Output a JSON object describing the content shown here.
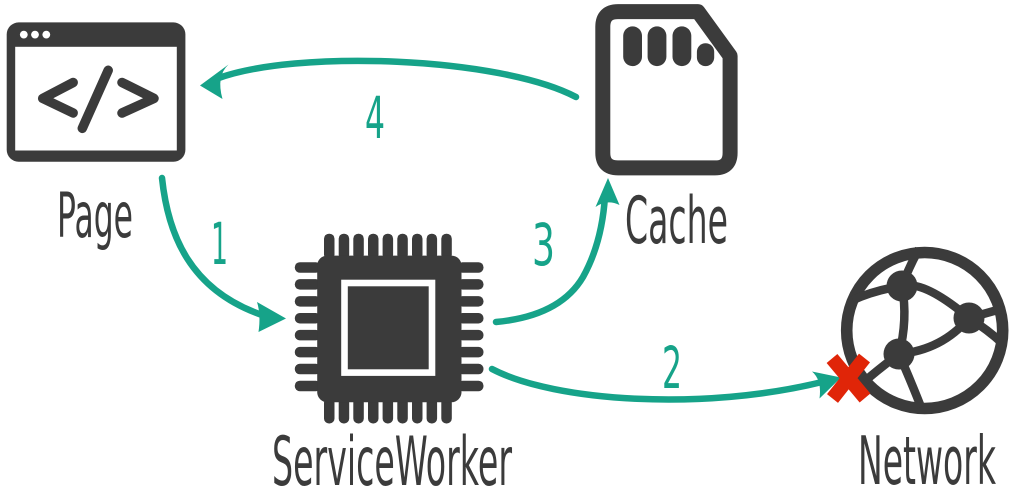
{
  "figure": {
    "type": "diagram",
    "description": "Service worker request flow: page to service worker, failed network request falling back to cache",
    "background": "#ffffff",
    "colors": {
      "icon_dark": "#3b3b3b",
      "arrow_teal": "#16a389",
      "error_red": "#e02508",
      "background": "#ffffff"
    },
    "nodes": [
      {
        "id": "page",
        "label": "Page",
        "icon": "browser-window-code-icon"
      },
      {
        "id": "service_worker",
        "label": "ServiceWorker",
        "icon": "cpu-chip-icon"
      },
      {
        "id": "cache",
        "label": "Cache",
        "icon": "sd-card-icon"
      },
      {
        "id": "network",
        "label": "Network",
        "icon": "globe-network-icon",
        "marker": "red-x-failure"
      }
    ],
    "steps": [
      {
        "n": "1",
        "from": "Page",
        "to": "ServiceWorker"
      },
      {
        "n": "2",
        "from": "ServiceWorker",
        "to": "Network"
      },
      {
        "n": "3",
        "from": "ServiceWorker",
        "to": "Cache"
      },
      {
        "n": "4",
        "from": "Cache",
        "to": "Page"
      }
    ]
  }
}
